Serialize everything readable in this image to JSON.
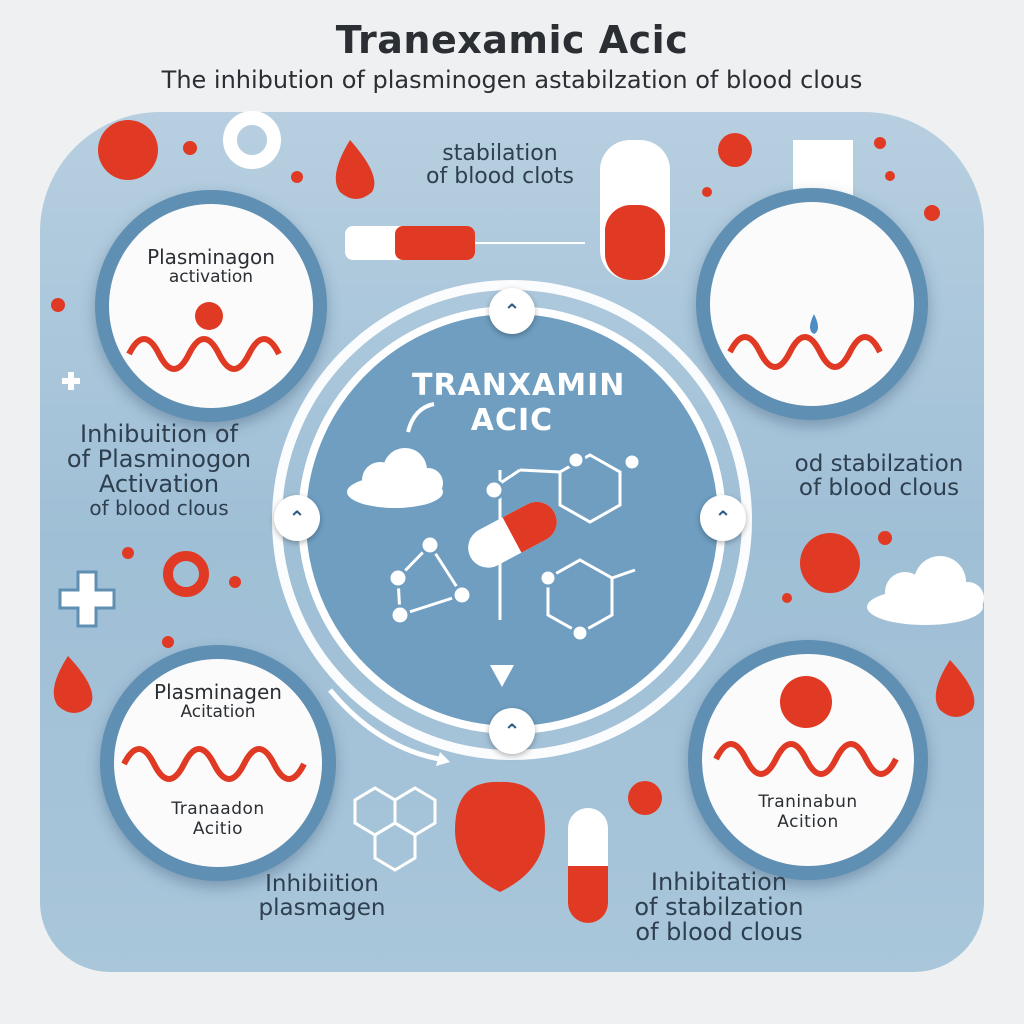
{
  "header": {
    "title": "Tranexamic Acic",
    "subtitle": "The inhibution of plasminogen astabilzation of blood clous"
  },
  "center": {
    "label_line1": "TRANXAMIN",
    "label_line2": "ACIC"
  },
  "top_text": {
    "line1": "stabilation",
    "line2": "of blood clots"
  },
  "left_text": {
    "line1": "Inhibuition of",
    "line2": "of Plasminogon",
    "line3": "Activation",
    "line4": "of blood clous"
  },
  "right_text": {
    "line1": "od stabilzation",
    "line2": "of blood clous"
  },
  "bottom_left_text": {
    "line1": "Inhibiition",
    "line2": "plasmagen"
  },
  "bottom_right_text": {
    "line1": "Inhibitation",
    "line2": "of stabilzation",
    "line3": "of blood clous"
  },
  "circles": {
    "top_left": {
      "line1": "Plasminagon",
      "line2": "activation"
    },
    "bottom_left": {
      "line1": "Plasminagen",
      "line2": "Acitation",
      "line3": "Tranaadon",
      "line4": "Acitio"
    },
    "bottom_right": {
      "line1": "Traninabun",
      "line2": "Acition"
    }
  },
  "colors": {
    "accent_red": "#e03a24",
    "panel_blue": "#a7c4d9",
    "ring_blue": "#5f8fb3",
    "dark_text": "#2b2f33"
  }
}
